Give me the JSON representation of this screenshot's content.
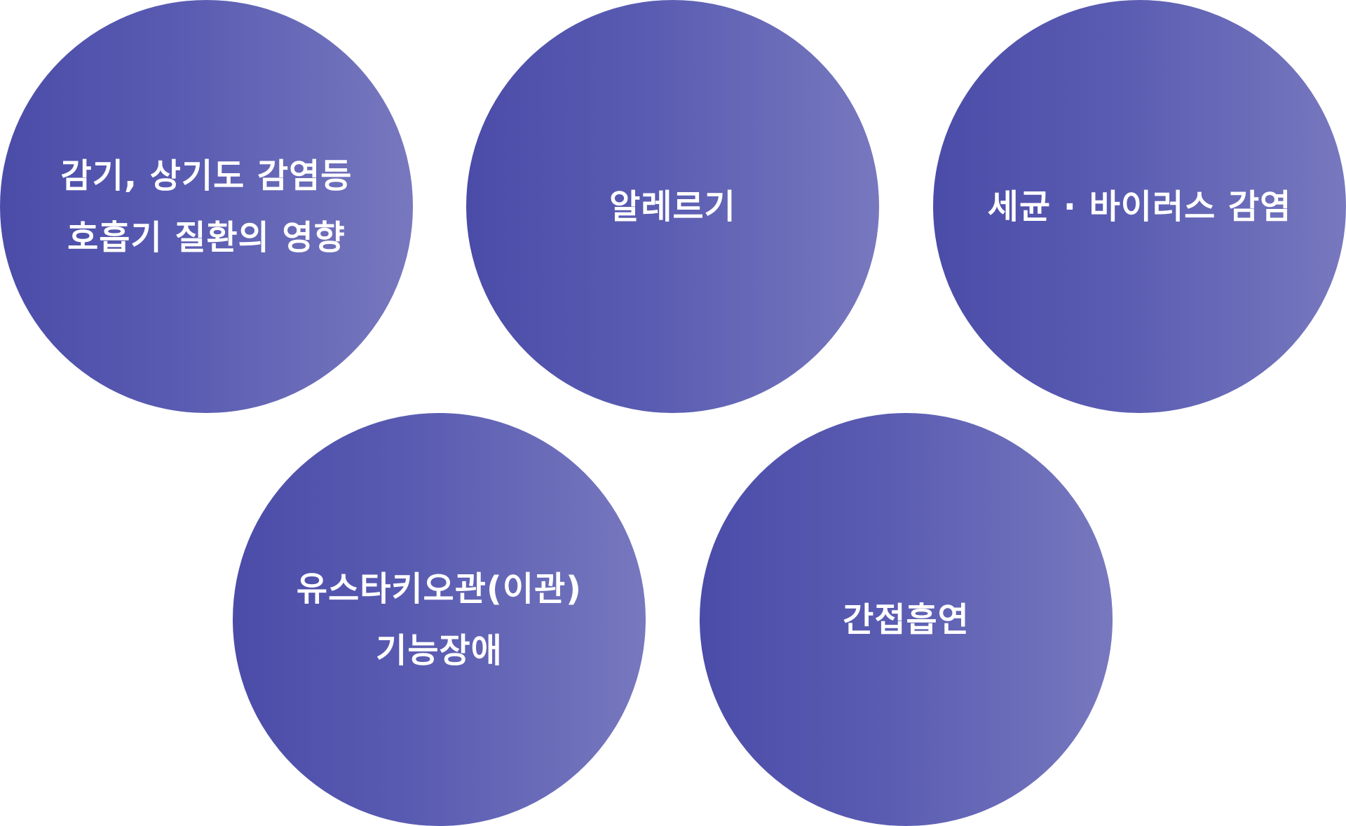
{
  "circles": [
    {
      "lines": [
        "감기, 상기도 감염등",
        "호흡기 질환의 영향"
      ]
    },
    {
      "lines": [
        "알레르기"
      ]
    },
    {
      "lines": [
        "세균 · 바이러스 감염"
      ]
    },
    {
      "lines": [
        "유스타키오관(이관)",
        "기능장애"
      ]
    },
    {
      "lines": [
        "간접흡연"
      ]
    }
  ],
  "colors": {
    "gradient_start": "#4a4ca8",
    "gradient_end": "#7778be",
    "text": "#ffffff"
  }
}
